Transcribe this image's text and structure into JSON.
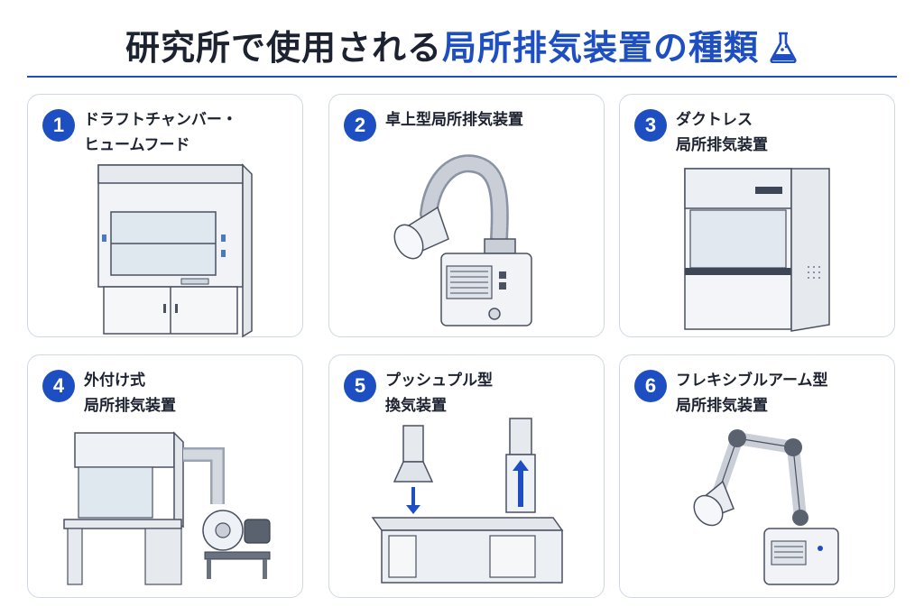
{
  "header": {
    "title_prefix": "研究所で使用される",
    "title_accent": "局所排気装置の種類",
    "flask_icon": "flask-icon"
  },
  "colors": {
    "accent": "#1e4fc2",
    "text": "#1d2230",
    "border": "#cfd7e6"
  },
  "cards": [
    {
      "number": "1",
      "line1": "ドラフトチャンバー・",
      "line2": "ヒュームフード"
    },
    {
      "number": "2",
      "line1": "卓上型局所排気装置",
      "line2": ""
    },
    {
      "number": "3",
      "line1": "ダクトレス",
      "line2": "局所排気装置"
    },
    {
      "number": "4",
      "line1": "外付け式",
      "line2": "局所排気装置"
    },
    {
      "number": "5",
      "line1": "プッシュプル型",
      "line2": "換気装置"
    },
    {
      "number": "6",
      "line1": "フレキシブルアーム型",
      "line2": "局所排気装置"
    }
  ]
}
